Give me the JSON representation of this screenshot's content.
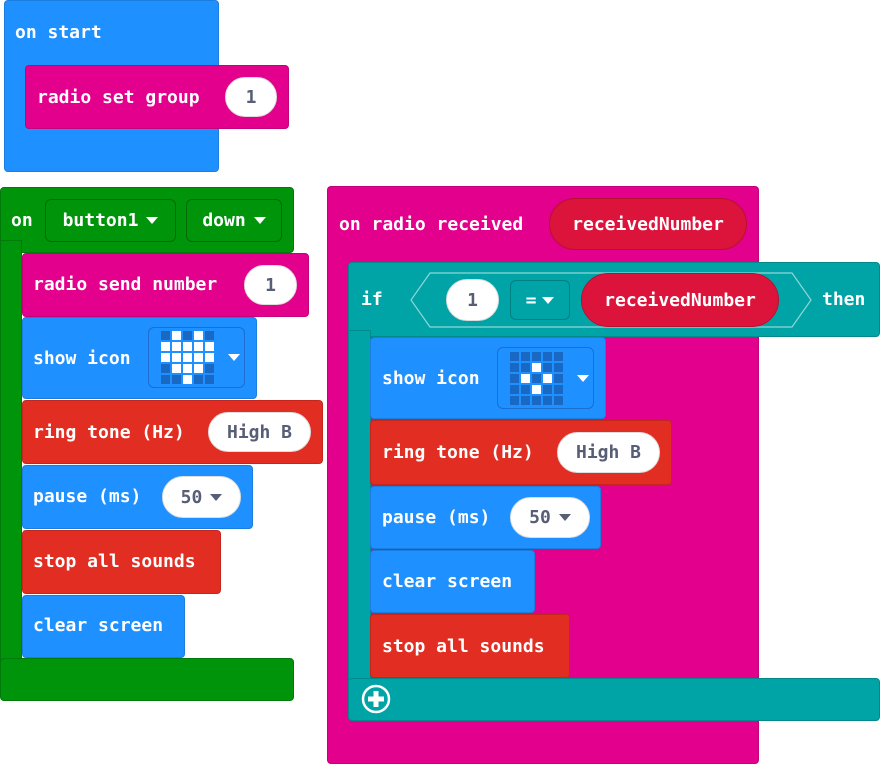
{
  "on_start": {
    "label": "on start",
    "radio_set_group": {
      "label": "radio set group",
      "value": "1"
    }
  },
  "on_button": {
    "label": "on",
    "button_dropdown": "button1",
    "event_dropdown": "down",
    "blocks": {
      "radio_send": {
        "label": "radio send number",
        "value": "1"
      },
      "show_icon": {
        "label": "show icon",
        "icon": "heart",
        "leds": [
          0,
          1,
          0,
          1,
          0,
          1,
          1,
          1,
          1,
          1,
          1,
          1,
          1,
          1,
          1,
          0,
          1,
          1,
          1,
          0,
          0,
          0,
          1,
          0,
          0
        ]
      },
      "ring_tone": {
        "label": "ring tone (Hz)",
        "value": "High B"
      },
      "pause": {
        "label": "pause (ms)",
        "value": "50"
      },
      "stop_sounds": {
        "label": "stop all sounds"
      },
      "clear_screen": {
        "label": "clear screen"
      }
    }
  },
  "on_radio": {
    "label": "on radio received",
    "param": "receivedNumber",
    "if_block": {
      "if_label": "if",
      "then_label": "then",
      "left_value": "1",
      "operator": "=",
      "right_var": "receivedNumber",
      "blocks": {
        "show_icon": {
          "label": "show icon",
          "icon": "small-diamond",
          "leds": [
            0,
            0,
            0,
            0,
            0,
            0,
            0,
            1,
            0,
            0,
            0,
            1,
            0,
            1,
            0,
            0,
            0,
            1,
            0,
            0,
            0,
            0,
            0,
            0,
            0
          ]
        },
        "ring_tone": {
          "label": "ring tone (Hz)",
          "value": "High B"
        },
        "pause": {
          "label": "pause (ms)",
          "value": "50"
        },
        "clear_screen": {
          "label": "clear screen"
        },
        "stop_sounds": {
          "label": "stop all sounds"
        }
      }
    }
  },
  "colors": {
    "basic": "#1e90ff",
    "radio": "#e3008c",
    "input": "#00940b",
    "music": "#e22e22",
    "logic": "#00a4a6",
    "variable": "#dc143c"
  }
}
